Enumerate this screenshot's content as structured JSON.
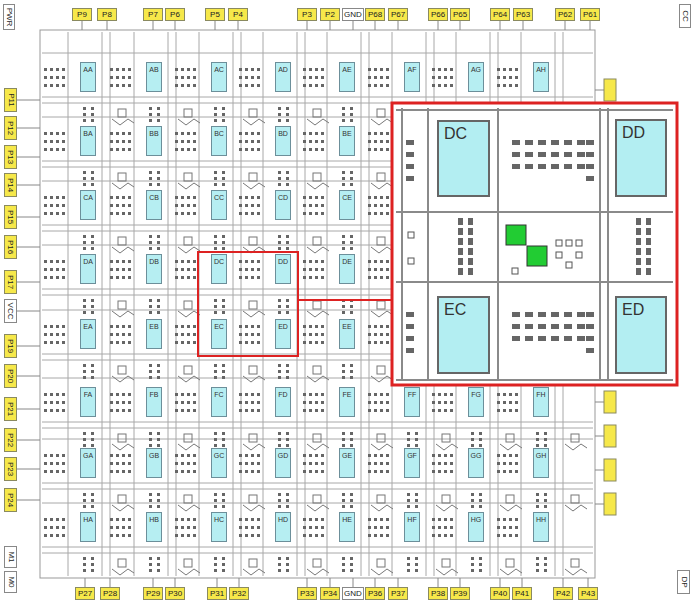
{
  "diagram": {
    "nodes": [
      {
        "text": [
          "PWR"
        ]
      },
      {
        "text": [
          "P9"
        ]
      },
      {
        "text": [
          "P8"
        ]
      },
      {
        "text": [
          "P7"
        ]
      },
      {
        "text": [
          "P6"
        ]
      },
      {
        "text": [
          "P5"
        ]
      },
      {
        "text": [
          "P4"
        ]
      },
      {
        "text": [
          "P3"
        ]
      },
      {
        "text": [
          "P2"
        ]
      },
      {
        "text": [
          "GND"
        ]
      },
      {
        "text": [
          "P68"
        ]
      },
      {
        "text": [
          "P67"
        ]
      },
      {
        "text": [
          "P66"
        ]
      },
      {
        "text": [
          "P65"
        ]
      },
      {
        "text": [
          "P64"
        ]
      },
      {
        "text": [
          "P63"
        ]
      },
      {
        "text": [
          "P62"
        ]
      },
      {
        "text": [
          "P61"
        ]
      },
      {
        "text": [
          "CC"
        ]
      },
      {
        "text": [
          "P11"
        ]
      },
      {
        "text": [
          "P12"
        ]
      },
      {
        "text": [
          "P13"
        ]
      },
      {
        "text": [
          "P14"
        ]
      },
      {
        "text": [
          "P15"
        ]
      },
      {
        "text": [
          "P16"
        ]
      },
      {
        "text": [
          "P17"
        ]
      },
      {
        "text": [
          "VCC"
        ]
      },
      {
        "text": [
          "P19"
        ]
      },
      {
        "text": [
          "P20"
        ]
      },
      {
        "text": [
          "P21"
        ]
      },
      {
        "text": [
          "P22"
        ]
      },
      {
        "text": [
          "P23"
        ]
      },
      {
        "text": [
          "P24"
        ]
      },
      {
        "text": [
          "AA"
        ]
      },
      {
        "text": [
          "AB"
        ]
      },
      {
        "text": [
          "AC"
        ]
      },
      {
        "text": [
          "AD"
        ]
      },
      {
        "text": [
          "AE"
        ]
      },
      {
        "text": [
          "AF"
        ]
      },
      {
        "text": [
          "AG"
        ]
      },
      {
        "text": [
          "AH"
        ]
      },
      {
        "text": [
          "BA"
        ]
      },
      {
        "text": [
          "BB"
        ]
      },
      {
        "text": [
          "BC"
        ]
      },
      {
        "text": [
          "BD"
        ]
      },
      {
        "text": [
          "BE"
        ]
      },
      {
        "text": [
          "CA"
        ]
      },
      {
        "text": [
          "CB"
        ]
      },
      {
        "text": [
          "CC"
        ]
      },
      {
        "text": [
          "CD"
        ]
      },
      {
        "text": [
          "CE"
        ]
      },
      {
        "text": [
          "DA"
        ]
      },
      {
        "text": [
          "DB"
        ]
      },
      {
        "text": [
          "DC"
        ]
      },
      {
        "text": [
          "DD"
        ]
      },
      {
        "text": [
          "DE"
        ]
      },
      {
        "text": [
          "EA"
        ]
      },
      {
        "text": [
          "EB"
        ]
      },
      {
        "text": [
          "EC"
        ]
      },
      {
        "text": [
          "ED"
        ]
      },
      {
        "text": [
          "EE"
        ]
      },
      {
        "text": [
          "FA"
        ]
      },
      {
        "text": [
          "FB"
        ]
      },
      {
        "text": [
          "FC"
        ]
      },
      {
        "text": [
          "FD"
        ]
      },
      {
        "text": [
          "FE"
        ]
      },
      {
        "text": [
          "FF"
        ]
      },
      {
        "text": [
          "FG"
        ]
      },
      {
        "text": [
          "FH"
        ]
      },
      {
        "text": [
          "GA"
        ]
      },
      {
        "text": [
          "GB"
        ]
      },
      {
        "text": [
          "GC"
        ]
      },
      {
        "text": [
          "GD"
        ]
      },
      {
        "text": [
          "GE"
        ]
      },
      {
        "text": [
          "GF"
        ]
      },
      {
        "text": [
          "GG"
        ]
      },
      {
        "text": [
          "GH"
        ]
      },
      {
        "text": [
          "HA"
        ]
      },
      {
        "text": [
          "HB"
        ]
      },
      {
        "text": [
          "HC"
        ]
      },
      {
        "text": [
          "HD"
        ]
      },
      {
        "text": [
          "HE"
        ]
      },
      {
        "text": [
          "HF"
        ]
      },
      {
        "text": [
          "HG"
        ]
      },
      {
        "text": [
          "HH"
        ]
      },
      {
        "text": [
          "DC"
        ]
      },
      {
        "text": [
          "DD"
        ]
      },
      {
        "text": [
          "EC"
        ]
      },
      {
        "text": [
          "ED"
        ]
      },
      {
        "text": [
          "M1"
        ]
      },
      {
        "text": [
          "M0"
        ]
      },
      {
        "text": [
          "P27"
        ]
      },
      {
        "text": [
          "P28"
        ]
      },
      {
        "text": [
          "P29"
        ]
      },
      {
        "text": [
          "P30"
        ]
      },
      {
        "text": [
          "P31"
        ]
      },
      {
        "text": [
          "P32"
        ]
      },
      {
        "text": [
          "P33"
        ]
      },
      {
        "text": [
          "P34"
        ]
      },
      {
        "text": [
          "GND"
        ]
      },
      {
        "text": [
          "P36"
        ]
      },
      {
        "text": [
          "P37"
        ]
      },
      {
        "text": [
          "P38"
        ]
      },
      {
        "text": [
          "P39"
        ]
      },
      {
        "text": [
          "P40"
        ]
      },
      {
        "text": [
          "P41"
        ]
      },
      {
        "text": [
          "P42"
        ]
      },
      {
        "text": [
          "P43"
        ]
      },
      {
        "text": [
          "DP"
        ]
      }
    ]
  }
}
